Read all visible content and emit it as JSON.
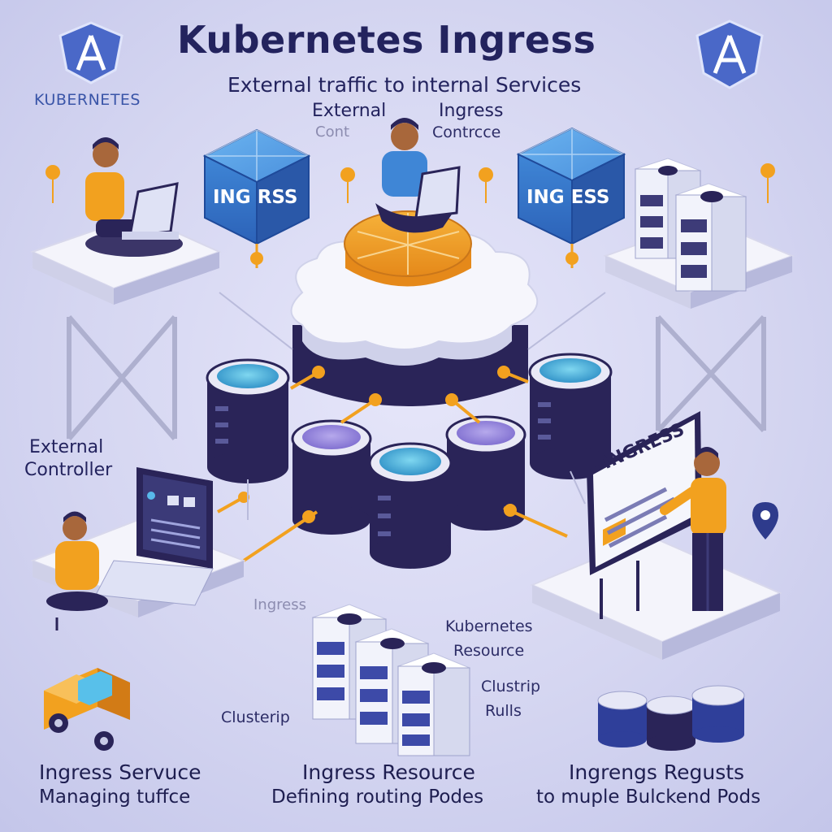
{
  "header": {
    "title": "Kubernetes Ingress",
    "subtitle": "External traffic to internal Services",
    "brand": "KUBERNETES"
  },
  "top_labels": {
    "external": "External",
    "external_sub": "Cont",
    "ingress": "Ingress",
    "ingress_sub": "Contrcce"
  },
  "boxes": {
    "left_cube": "ING RSS",
    "right_cube": "ING ESS",
    "screen": "INGRESS"
  },
  "side_labels": {
    "external_controller_1": "External",
    "external_controller_2": "Controller",
    "ingress_faint": "Ingress",
    "k8s_resource_1": "Kubernetes",
    "k8s_resource_2": "Resource",
    "clustrip": "Clustrip",
    "rulls": "Rulls",
    "clusterip_left": "Clusterip"
  },
  "captions": {
    "left_1": "Ingress Servuce",
    "left_2": "Managing tuffce",
    "mid_1": "Ingress Resource",
    "mid_2": "Defining routing Podes",
    "right_1": "Ingrengs Regusts",
    "right_2": "to muple Bulckend Pods"
  },
  "colors": {
    "accent_orange": "#f2a11f",
    "accent_blue": "#3f86d6",
    "navy": "#2a2458",
    "platform": "#f3f3fa",
    "brand_blue": "#4a68c8"
  },
  "icons": [
    "kubernetes-logo-icon",
    "person-laptop-icon",
    "cube-icon",
    "server-rack-icon",
    "cylinder-node-icon",
    "truck-icon",
    "location-pin-icon",
    "arrow-icon"
  ]
}
